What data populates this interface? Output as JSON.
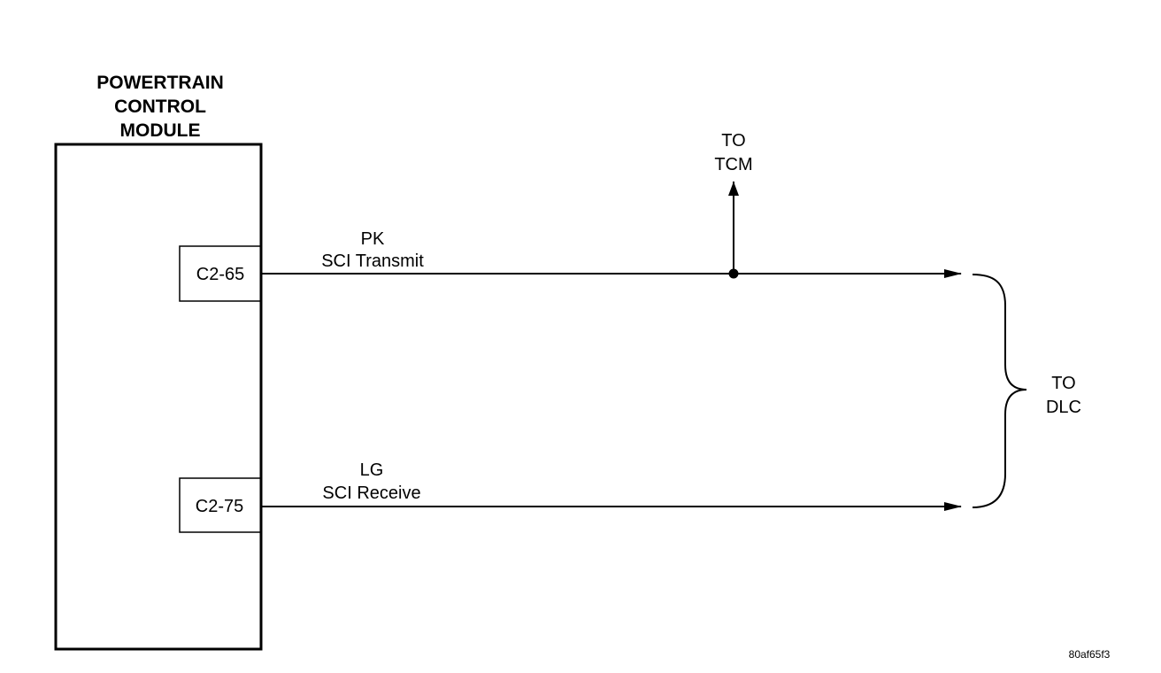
{
  "module": {
    "title_lines": [
      "POWERTRAIN",
      "CONTROL",
      "MODULE"
    ]
  },
  "pins": [
    {
      "label": "C2-65"
    },
    {
      "label": "C2-75"
    }
  ],
  "wires": [
    {
      "color_code": "PK",
      "signal": "SCI Transmit"
    },
    {
      "color_code": "LG",
      "signal": "SCI Receive"
    }
  ],
  "tcm_label": [
    "TO",
    "TCM"
  ],
  "dlc_label": [
    "TO",
    "DLC"
  ],
  "figure_id": "80af65f3"
}
